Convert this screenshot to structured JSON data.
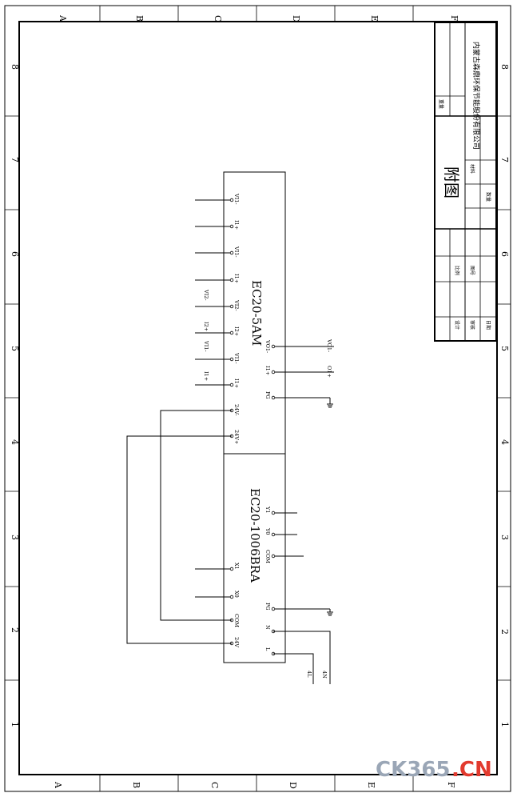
{
  "zones": {
    "columns": [
      "A",
      "B",
      "C",
      "D",
      "E",
      "F"
    ],
    "rows": [
      "8",
      "7",
      "6",
      "5",
      "4",
      "3",
      "2",
      "1"
    ]
  },
  "title_block": {
    "company": "内蒙古森鼎环保节能股份有限公司",
    "drawing_name": "附图",
    "small_labels": [
      "设计",
      "审核",
      "日期",
      "比例",
      "图号",
      "材料",
      "数量",
      "重量"
    ]
  },
  "module_top": {
    "model": "EC20-5AM",
    "left_pins": [
      "VI1-",
      "I1+",
      "VI1-",
      "I1+",
      "VI2-",
      "I2+",
      "VI1-",
      "I1+",
      "24V-",
      "24V+"
    ],
    "right_pins": [
      "VO1-",
      "I1+",
      "PG"
    ],
    "ext_left": [
      "VI2-",
      "I2+",
      "VI1-",
      "I1+"
    ],
    "ext_right": [
      "VO1-",
      "O1+"
    ]
  },
  "module_bottom": {
    "model": "EC20-1006BRA",
    "left_pins": [
      "X1",
      "X0",
      "COM",
      "24V"
    ],
    "right_pins": [
      "Y1",
      "Y0",
      "COM",
      "PG",
      "N",
      "L"
    ],
    "ext_bottom": [
      "4L",
      "4N"
    ]
  },
  "watermark": {
    "part1": "CK365",
    "part2": ".CN",
    "color1": "#9aa6b6",
    "color2": "#e23a2e"
  }
}
